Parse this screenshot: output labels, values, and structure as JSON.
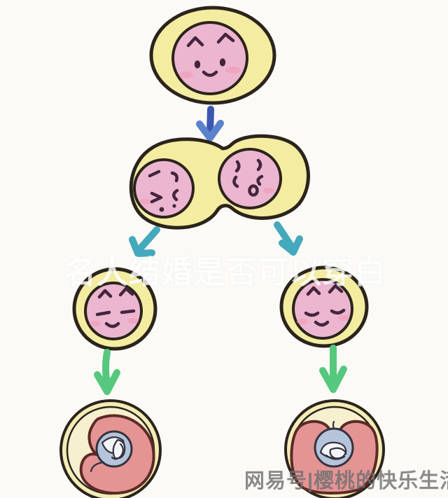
{
  "watermarks": {
    "center": {
      "text": "名人结婚是否可以穿白"
    },
    "publisher": {
      "text": "网易号|樱桃的快乐生活"
    }
  },
  "icons": {
    "arrow_down_blue": "hand-drawn blue down arrow",
    "arrow_down_left_teal": "hand-drawn teal diagonal arrow",
    "arrow_down_right_teal": "hand-drawn teal diagonal arrow",
    "arrow_down_green": "hand-drawn green down arrow"
  },
  "colors": {
    "background": "#fbfaf6",
    "outline": "#2b241c",
    "cell_yellow": "#f4eda1",
    "cell_pink": "#ecb6d0",
    "face_dark": "#44253d",
    "blush": "#f29cb5",
    "arrow_blue": "#3d56b0",
    "arrow_blue_head": "#5b82cc",
    "arrow_teal": "#44a9bc",
    "arrow_green": "#55c87d",
    "embryo_ring": "#f3ecb6",
    "embryo_inner": "#f6f0cf",
    "embryo_red": "#e59494",
    "embryo_outline": "#5c2a26",
    "embryo_blue": "#b5c4da",
    "watermark_center": "#ffffff",
    "watermark_publisher": "#6f6f6f"
  }
}
